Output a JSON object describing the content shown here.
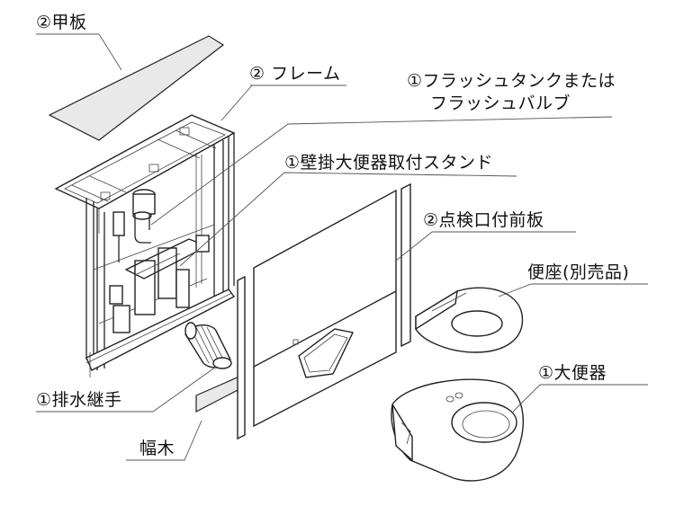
{
  "labels": {
    "top_board": "②甲板",
    "frame": "② フレーム",
    "flush_tank_line1": "①フラッシュタンクまたは",
    "flush_tank_line2": "フラッシュバルブ",
    "wall_stand": "①壁掛大便器取付スタンド",
    "front_panel": "②点検口付前板",
    "toilet_seat": "便座(別売品)",
    "toilet_bowl": "①大便器",
    "drain_joint": "①排水継手",
    "baseboard": "幅木"
  }
}
